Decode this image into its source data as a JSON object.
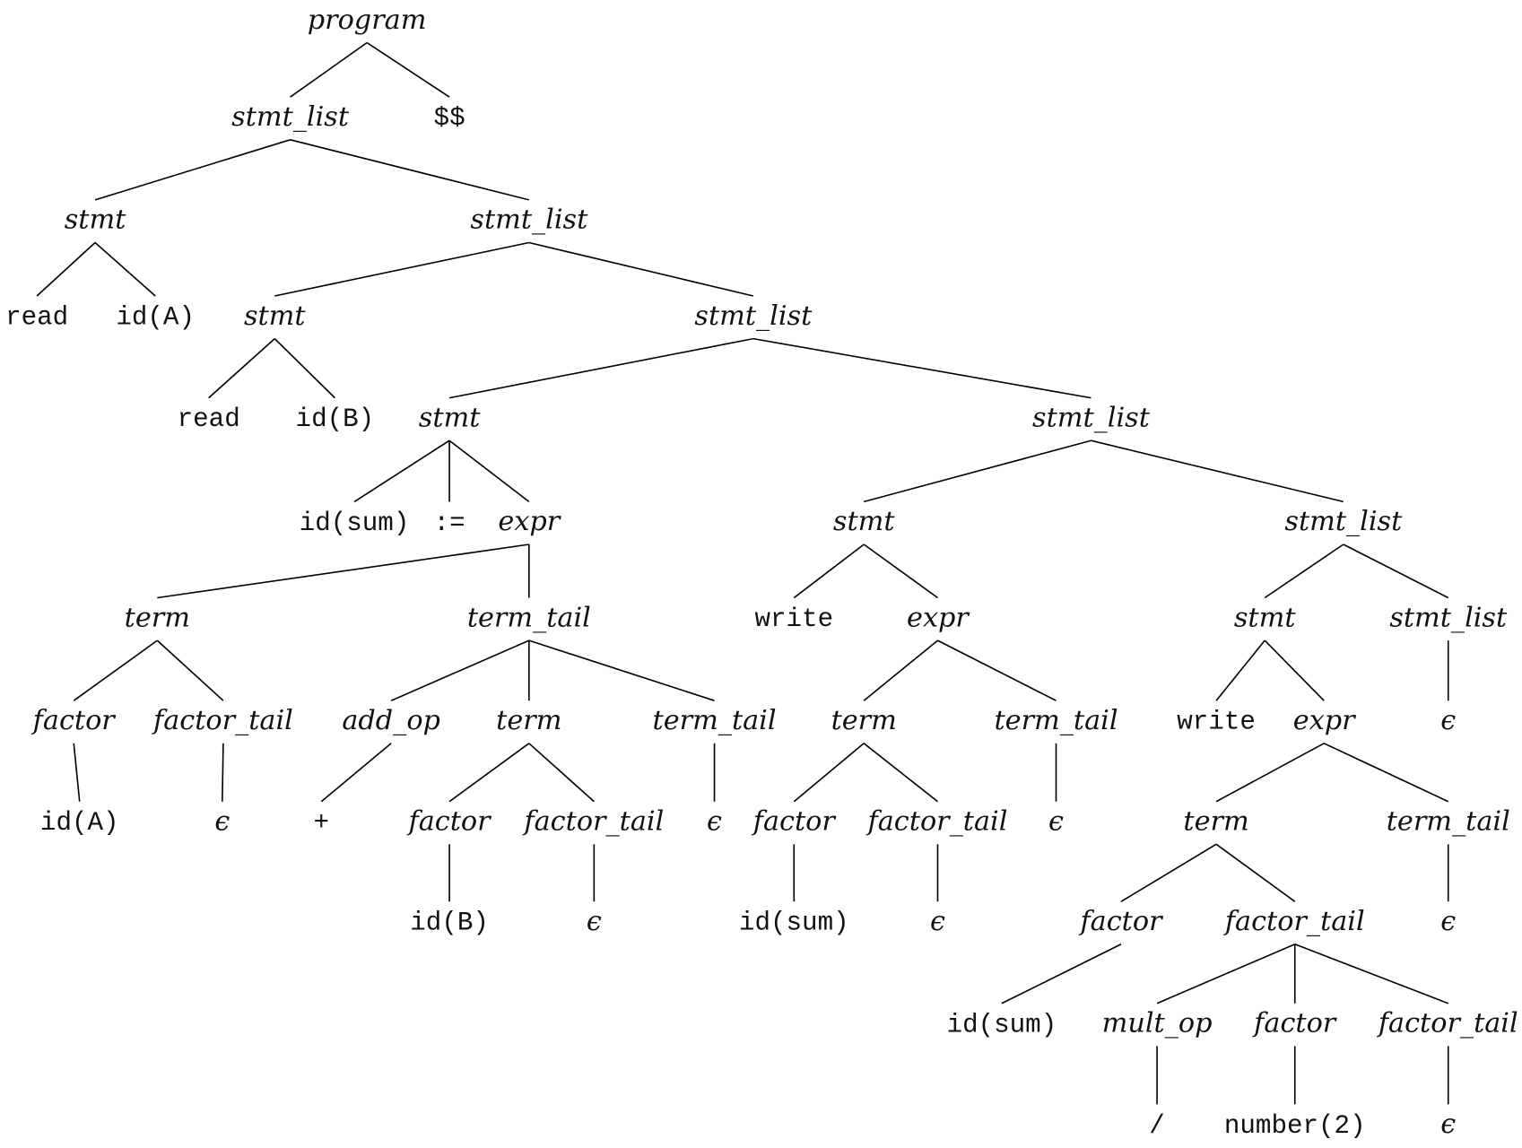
{
  "diagram": {
    "type": "parse-tree",
    "line_color": "#000000",
    "nodes": [
      {
        "id": "n0",
        "label": "program",
        "kind": "nonterminal",
        "parent": null
      },
      {
        "id": "n1",
        "label": "stmt_list",
        "kind": "nonterminal",
        "parent": "n0"
      },
      {
        "id": "n2",
        "label": "$$",
        "kind": "terminal",
        "parent": "n0"
      },
      {
        "id": "n3",
        "label": "stmt",
        "kind": "nonterminal",
        "parent": "n1"
      },
      {
        "id": "n4",
        "label": "stmt_list",
        "kind": "nonterminal",
        "parent": "n1"
      },
      {
        "id": "n5",
        "label": "read",
        "kind": "terminal",
        "parent": "n3"
      },
      {
        "id": "n6",
        "label": "id(A)",
        "kind": "terminal",
        "parent": "n3"
      },
      {
        "id": "n7",
        "label": "stmt",
        "kind": "nonterminal",
        "parent": "n4"
      },
      {
        "id": "n8",
        "label": "stmt_list",
        "kind": "nonterminal",
        "parent": "n4"
      },
      {
        "id": "n9",
        "label": "read",
        "kind": "terminal",
        "parent": "n7"
      },
      {
        "id": "n10",
        "label": "id(B)",
        "kind": "terminal",
        "parent": "n7"
      },
      {
        "id": "n11",
        "label": "stmt",
        "kind": "nonterminal",
        "parent": "n8"
      },
      {
        "id": "n12",
        "label": "stmt_list",
        "kind": "nonterminal",
        "parent": "n8"
      },
      {
        "id": "n13",
        "label": "id(sum)",
        "kind": "terminal",
        "parent": "n11"
      },
      {
        "id": "n14",
        "label": ":=",
        "kind": "terminal",
        "parent": "n11"
      },
      {
        "id": "n15",
        "label": "expr",
        "kind": "nonterminal",
        "parent": "n11"
      },
      {
        "id": "n16",
        "label": "term",
        "kind": "nonterminal",
        "parent": "n15"
      },
      {
        "id": "n17",
        "label": "term_tail",
        "kind": "nonterminal",
        "parent": "n15"
      },
      {
        "id": "n18",
        "label": "factor",
        "kind": "nonterminal",
        "parent": "n16"
      },
      {
        "id": "n19",
        "label": "factor_tail",
        "kind": "nonterminal",
        "parent": "n16"
      },
      {
        "id": "n20",
        "label": "id(A)",
        "kind": "terminal",
        "parent": "n18"
      },
      {
        "id": "n21",
        "label": "ϵ",
        "kind": "epsilon",
        "parent": "n19"
      },
      {
        "id": "n22",
        "label": "add_op",
        "kind": "nonterminal",
        "parent": "n17"
      },
      {
        "id": "n23",
        "label": "term",
        "kind": "nonterminal",
        "parent": "n17"
      },
      {
        "id": "n24",
        "label": "term_tail",
        "kind": "nonterminal",
        "parent": "n17"
      },
      {
        "id": "n25",
        "label": "+",
        "kind": "terminal",
        "parent": "n22"
      },
      {
        "id": "n26",
        "label": "factor",
        "kind": "nonterminal",
        "parent": "n23"
      },
      {
        "id": "n27",
        "label": "factor_tail",
        "kind": "nonterminal",
        "parent": "n23"
      },
      {
        "id": "n28",
        "label": "ϵ",
        "kind": "epsilon",
        "parent": "n24"
      },
      {
        "id": "n29",
        "label": "id(B)",
        "kind": "terminal",
        "parent": "n26"
      },
      {
        "id": "n30",
        "label": "ϵ",
        "kind": "epsilon",
        "parent": "n27"
      },
      {
        "id": "n31",
        "label": "stmt",
        "kind": "nonterminal",
        "parent": "n12"
      },
      {
        "id": "n32",
        "label": "stmt_list",
        "kind": "nonterminal",
        "parent": "n12"
      },
      {
        "id": "n33",
        "label": "write",
        "kind": "terminal",
        "parent": "n31"
      },
      {
        "id": "n34",
        "label": "expr",
        "kind": "nonterminal",
        "parent": "n31"
      },
      {
        "id": "n35",
        "label": "term",
        "kind": "nonterminal",
        "parent": "n34"
      },
      {
        "id": "n36",
        "label": "term_tail",
        "kind": "nonterminal",
        "parent": "n34"
      },
      {
        "id": "n37",
        "label": "factor",
        "kind": "nonterminal",
        "parent": "n35"
      },
      {
        "id": "n38",
        "label": "factor_tail",
        "kind": "nonterminal",
        "parent": "n35"
      },
      {
        "id": "n39",
        "label": "ϵ",
        "kind": "epsilon",
        "parent": "n36"
      },
      {
        "id": "n40",
        "label": "id(sum)",
        "kind": "terminal",
        "parent": "n37"
      },
      {
        "id": "n41",
        "label": "ϵ",
        "kind": "epsilon",
        "parent": "n38"
      },
      {
        "id": "n42",
        "label": "stmt",
        "kind": "nonterminal",
        "parent": "n32"
      },
      {
        "id": "n43",
        "label": "stmt_list",
        "kind": "nonterminal",
        "parent": "n32"
      },
      {
        "id": "n44",
        "label": "write",
        "kind": "terminal",
        "parent": "n42"
      },
      {
        "id": "n45",
        "label": "expr",
        "kind": "nonterminal",
        "parent": "n42"
      },
      {
        "id": "n46",
        "label": "ϵ",
        "kind": "epsilon",
        "parent": "n43"
      },
      {
        "id": "n47",
        "label": "term",
        "kind": "nonterminal",
        "parent": "n45"
      },
      {
        "id": "n48",
        "label": "term_tail",
        "kind": "nonterminal",
        "parent": "n45"
      },
      {
        "id": "n49",
        "label": "factor",
        "kind": "nonterminal",
        "parent": "n47"
      },
      {
        "id": "n50",
        "label": "factor_tail",
        "kind": "nonterminal",
        "parent": "n47"
      },
      {
        "id": "n51",
        "label": "ϵ",
        "kind": "epsilon",
        "parent": "n48"
      },
      {
        "id": "n52",
        "label": "id(sum)",
        "kind": "terminal",
        "parent": "n49"
      },
      {
        "id": "n53",
        "label": "mult_op",
        "kind": "nonterminal",
        "parent": "n50"
      },
      {
        "id": "n54",
        "label": "factor",
        "kind": "nonterminal",
        "parent": "n50"
      },
      {
        "id": "n55",
        "label": "factor_tail",
        "kind": "nonterminal",
        "parent": "n50"
      },
      {
        "id": "n56",
        "label": "/",
        "kind": "terminal",
        "parent": "n53"
      },
      {
        "id": "n57",
        "label": "number(2)",
        "kind": "terminal",
        "parent": "n54"
      },
      {
        "id": "n58",
        "label": "ϵ",
        "kind": "epsilon",
        "parent": "n55"
      }
    ]
  }
}
